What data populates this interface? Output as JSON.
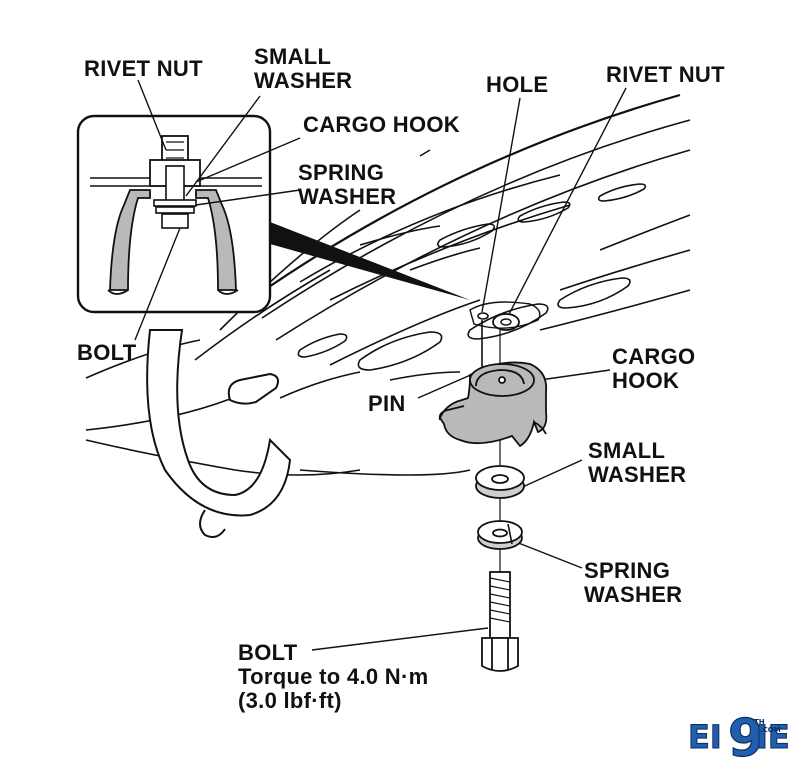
{
  "labels": {
    "rivet_nut_inset": "RIVET NUT",
    "small_washer_inset": [
      "SMALL",
      "WASHER"
    ],
    "cargo_hook_top": "CARGO HOOK",
    "spring_washer_inset": [
      "SPRING",
      "WASHER"
    ],
    "bolt_inset": "BOLT",
    "hole": "HOLE",
    "rivet_nut_right": "RIVET NUT",
    "cargo_hook_right": [
      "CARGO",
      "HOOK"
    ],
    "pin": "PIN",
    "small_washer_right": [
      "SMALL",
      "WASHER"
    ],
    "spring_washer_right": [
      "SPRING",
      "WASHER"
    ],
    "bolt_bottom": "BOLT",
    "torque_line1": "Torque to 4.0 N·m",
    "torque_line2": "(3.0 lbf·ft)"
  },
  "watermark": {
    "text_left": "EI",
    "text_digit": "9",
    "text_right": "IE",
    "small_text": "TH",
    "domain_text": ".COM"
  },
  "colors": {
    "ink": "#111111",
    "hook_fill": "#b9b9b9",
    "washer_fill": "#cfcfcf",
    "logo_blue": "#1f5fae"
  }
}
